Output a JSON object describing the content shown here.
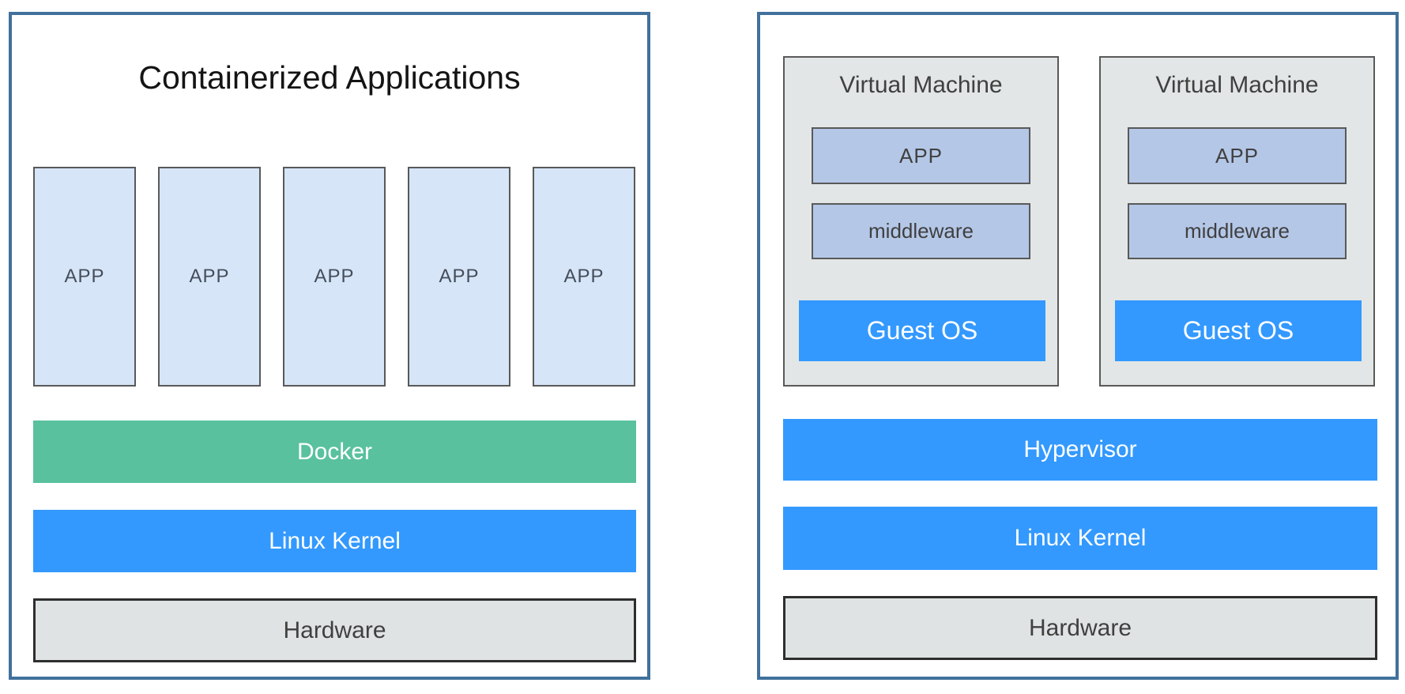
{
  "colors": {
    "panel_border": "#41719C",
    "app_fill": "#D6E5F8",
    "app_border": "#595959",
    "app_text": "#454D59",
    "green": "#59C19E",
    "blue": "#3399FE",
    "vm_fill": "#E3E6E6",
    "vm_border": "#595959",
    "inner_fill": "#B4C7E7",
    "inner_border": "#595959",
    "hw_fill": "#E0E3E3",
    "hw_border": "#2E2E2E",
    "dark_text": "#404040",
    "title_text": "#141414"
  },
  "left_panel": {
    "title": "Containerized Applications",
    "apps": [
      "APP",
      "APP",
      "APP",
      "APP",
      "APP"
    ],
    "docker": "Docker",
    "kernel": "Linux Kernel",
    "hardware": "Hardware"
  },
  "right_panel": {
    "vms": [
      {
        "title": "Virtual Machine",
        "app": "APP",
        "middleware": "middleware",
        "guest_os": "Guest OS"
      },
      {
        "title": "Virtual Machine",
        "app": "APP",
        "middleware": "middleware",
        "guest_os": "Guest OS"
      }
    ],
    "hypervisor": "Hypervisor",
    "kernel": "Linux Kernel",
    "hardware": "Hardware"
  }
}
